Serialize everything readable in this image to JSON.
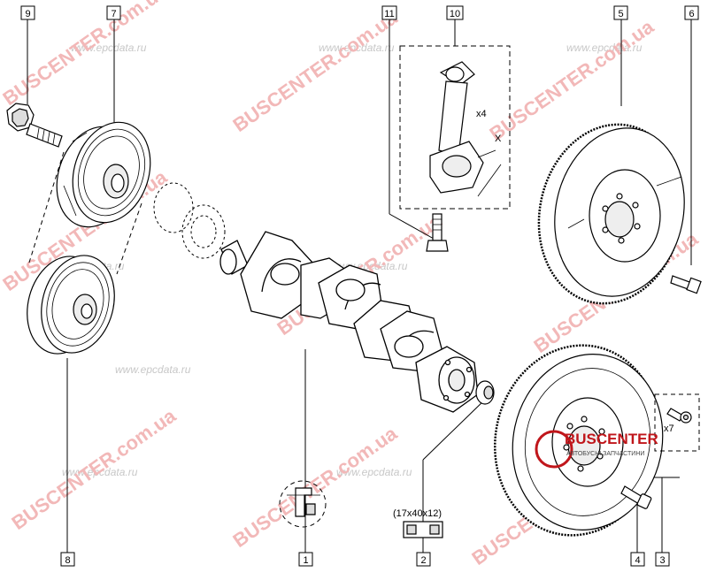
{
  "callouts": {
    "c1": "1",
    "c2": "2",
    "c3": "3",
    "c4": "4",
    "c5": "5",
    "c6": "6",
    "c7": "7",
    "c8": "8",
    "c9": "9",
    "c10": "10",
    "c11": "11"
  },
  "annotations": {
    "rod_qty": "x4",
    "bolt_qty": "x7",
    "dimension_mark": "X",
    "seal_size": "(17x40x12)"
  },
  "watermarks": {
    "site_ru": "www.epcdata.ru",
    "site_ua": "BUSCENTER.com.ua",
    "brand_name": "BUSCENTER",
    "brand_tagline": "АВТОБУСНІ ЗАПЧАСТИНИ"
  },
  "colors": {
    "line": "#000000",
    "watermark_red": "#f2b8b8",
    "brand_red": "#c0161b"
  }
}
